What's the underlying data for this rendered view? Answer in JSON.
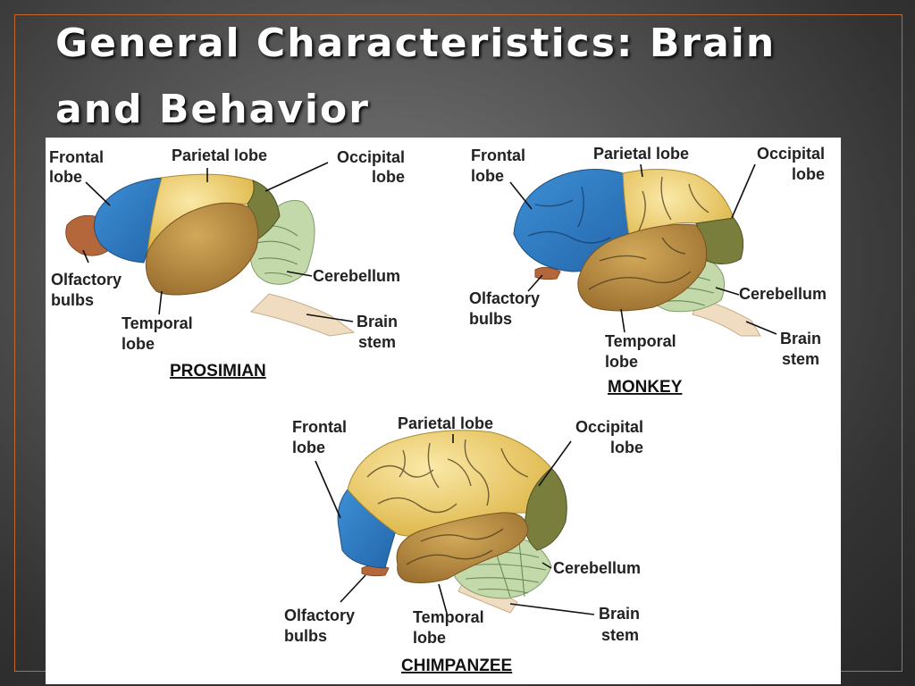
{
  "slide": {
    "title": "General Characteristics: Brain and Behavior"
  },
  "colors": {
    "frontal": "#2f7dc2",
    "parietal": "#e8c75a",
    "occipital": "#7a7e3c",
    "temporal": "#b8893d",
    "cerebellum": "#c3d9aa",
    "brainstem": "#f0dcc0",
    "olfactory": "#b4673a",
    "frame": "#c8652a"
  },
  "diagram": {
    "prosimian": {
      "caption": "PROSIMIAN",
      "labels": {
        "frontal": [
          "Frontal",
          "lobe"
        ],
        "parietal": "Parietal lobe",
        "occipital": [
          "Occipital",
          "lobe"
        ],
        "olfactory": [
          "Olfactory",
          "bulbs"
        ],
        "cerebellum": "Cerebellum",
        "temporal": [
          "Temporal",
          "lobe"
        ],
        "brainstem": [
          "Brain",
          "stem"
        ]
      }
    },
    "monkey": {
      "caption": "MONKEY",
      "labels": {
        "frontal": [
          "Frontal",
          "lobe"
        ],
        "parietal": "Parietal lobe",
        "occipital": [
          "Occipital",
          "lobe"
        ],
        "olfactory": [
          "Olfactory",
          "bulbs"
        ],
        "cerebellum": "Cerebellum",
        "temporal": [
          "Temporal",
          "lobe"
        ],
        "brainstem": [
          "Brain",
          "stem"
        ]
      }
    },
    "chimpanzee": {
      "caption": "CHIMPANZEE",
      "labels": {
        "frontal": [
          "Frontal",
          "lobe"
        ],
        "parietal": "Parietal lobe",
        "occipital": [
          "Occipital",
          "lobe"
        ],
        "olfactory": [
          "Olfactory",
          "bulbs"
        ],
        "cerebellum": "Cerebellum",
        "temporal": [
          "Temporal",
          "lobe"
        ],
        "brainstem": [
          "Brain",
          "stem"
        ]
      }
    }
  }
}
